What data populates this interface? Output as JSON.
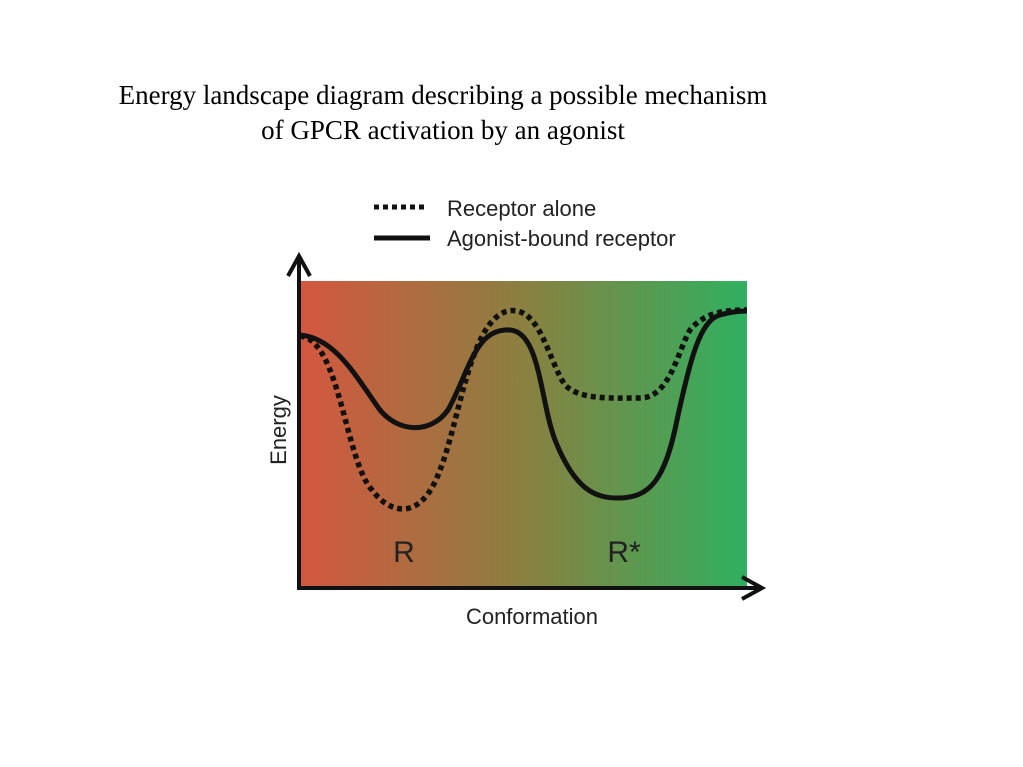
{
  "title": {
    "line1": "Energy landscape diagram describing a possible mechanism",
    "line2": "of GPCR activation by an agonist"
  },
  "legend": {
    "dotted_label": "Receptor alone",
    "solid_label": "Agonist-bound receptor"
  },
  "axes": {
    "y_label": "Energy",
    "x_label": "Conformation"
  },
  "states": {
    "inactive": "R",
    "active": "R*"
  },
  "colors": {
    "gradient_left": "#d4573f",
    "gradient_mid": "#8a8040",
    "gradient_right": "#2fb060",
    "curve": "#111111"
  }
}
